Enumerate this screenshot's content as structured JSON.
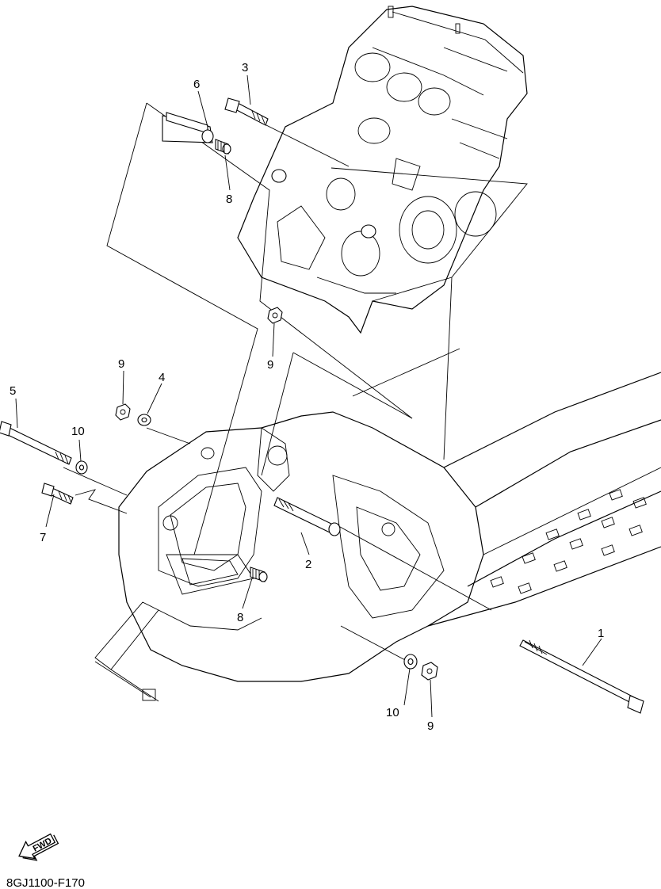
{
  "diagram": {
    "code": "8GJ1100-F170",
    "fwd_label": "FWD",
    "callouts": {
      "c1": "1",
      "c2": "2",
      "c3": "3",
      "c4": "4",
      "c5": "5",
      "c6": "6",
      "c7": "7",
      "c8a": "8",
      "c8b": "8",
      "c9a": "9",
      "c9b": "9",
      "c9c": "9",
      "c10a": "10",
      "c10b": "10"
    }
  }
}
